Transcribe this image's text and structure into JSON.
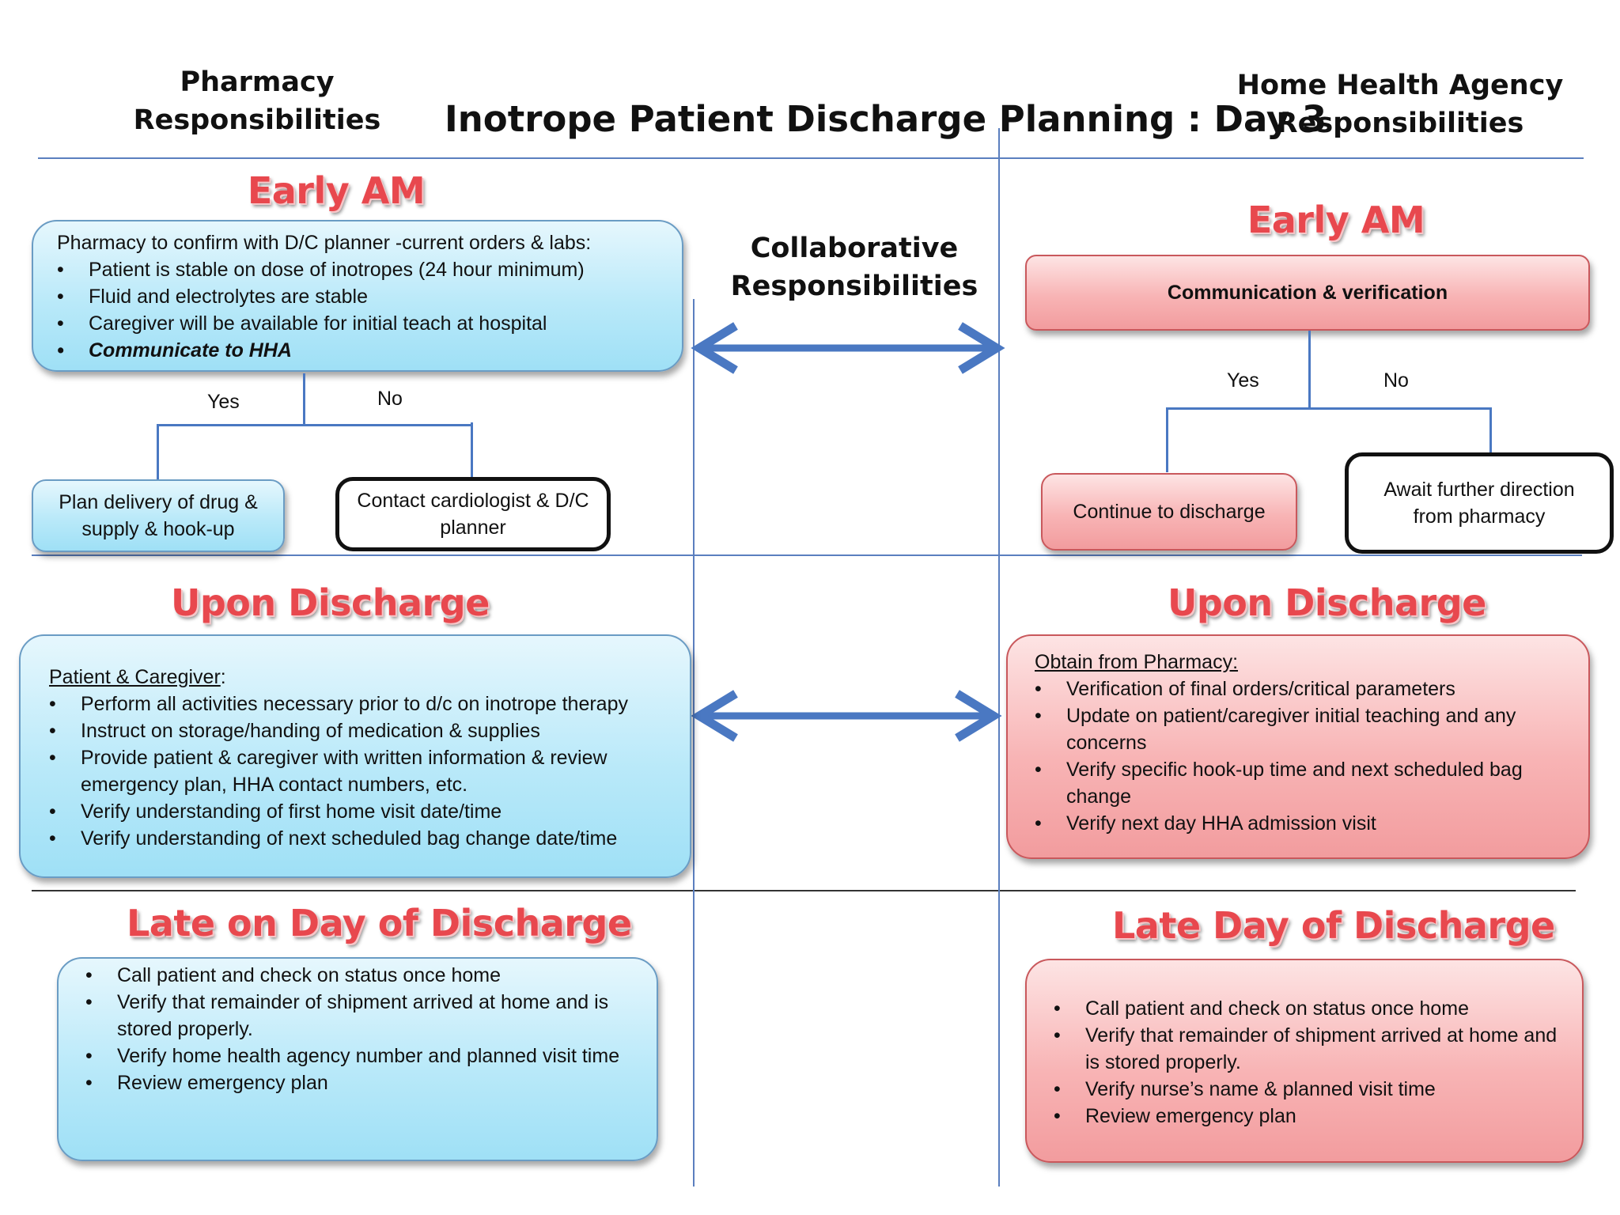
{
  "headers": {
    "pharmacy": "Pharmacy Responsibilities",
    "title": "Inotrope Patient  Discharge Planning : Day 3",
    "hha": "Home Health Agency Responsibilities",
    "collab": "Collaborative Responsibilities"
  },
  "sections": {
    "left_early": "Early AM",
    "right_early": "Early AM",
    "left_upon": "Upon Discharge",
    "right_upon": "Upon Discharge",
    "left_late": "Late on Day of Discharge",
    "right_late": "Late Day of Discharge"
  },
  "pharmacy_early": {
    "intro": "Pharmacy to confirm with D/C planner -current orders & labs:",
    "items": [
      "Patient is stable on dose of inotropes (24 hour minimum)",
      "Fluid and electrolytes are stable",
      "Caregiver will be available for initial teach at hospital",
      "Communicate to HHA"
    ],
    "yes": "Yes",
    "no": "No",
    "yes_box": "Plan delivery of drug & supply & hook-up",
    "no_box": "Contact cardiologist & D/C planner"
  },
  "hha_early": {
    "box": "Communication & verification",
    "yes": "Yes",
    "no": "No",
    "yes_box": "Continue to discharge",
    "no_box": "Await further direction from pharmacy"
  },
  "pharmacy_upon": {
    "heading": "Patient & Caregiver",
    "heading_suffix": ":",
    "items": [
      "Perform all activities necessary prior to d/c on inotrope therapy",
      "Instruct on storage/handing of medication & supplies",
      "Provide patient & caregiver with written information & review emergency plan, HHA contact numbers, etc.",
      "Verify understanding of first home visit date/time",
      "Verify understanding of next scheduled bag change date/time"
    ]
  },
  "hha_upon": {
    "heading": "Obtain from Pharmacy:",
    "items": [
      "Verification of final orders/critical parameters",
      "Update on patient/caregiver initial teaching and any concerns",
      "Verify specific hook-up time and next scheduled bag change",
      "Verify next day HHA admission visit"
    ]
  },
  "pharmacy_late": {
    "items": [
      "Call patient and check on status once home",
      "Verify that remainder of shipment arrived at home and is stored properly.",
      "Verify home health agency number and planned visit time",
      "Review emergency plan"
    ]
  },
  "hha_late": {
    "items": [
      "Call patient and check on status once home",
      "Verify that remainder of shipment arrived at home and is stored properly.",
      "Verify nurse’s name & planned visit time",
      "Review emergency plan"
    ]
  },
  "colors": {
    "accent_line": "#5b7fbf",
    "arrow": "#4a78c2",
    "section_red": "#e8484e",
    "blue_box": "#b9e9f9",
    "red_box": "#f8b4b5"
  }
}
